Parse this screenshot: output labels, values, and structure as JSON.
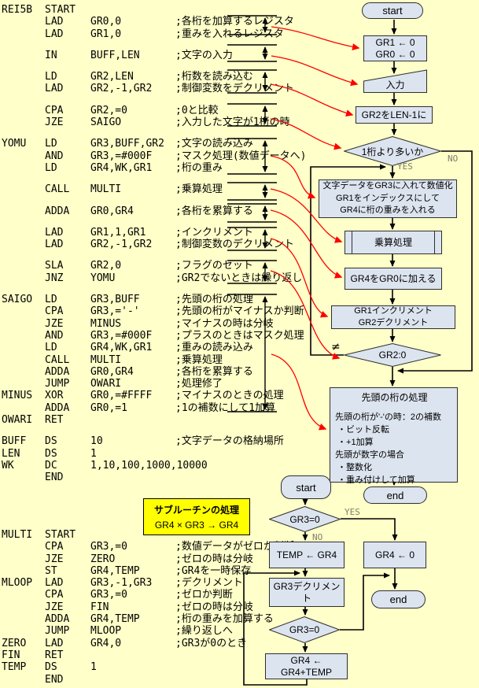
{
  "colors": {
    "background": "#FFFFC9",
    "node_fill": "#DCE4EF",
    "node_border": "#2F2F2F",
    "red_arrow": "#FF0000",
    "note_bg": "#FFFF00",
    "branch_label": "#7D7D68"
  },
  "code": {
    "main": [
      [
        "REI5B",
        "START",
        "",
        ""
      ],
      [
        "",
        "LAD",
        "GR0,0",
        ";各桁を加算するレジスタ"
      ],
      [
        "",
        "LAD",
        "GR1,0",
        ";重みを入れるレジスタ"
      ],
      null,
      [
        "",
        "IN",
        "BUFF,LEN",
        ";文字の入力"
      ],
      null,
      [
        "",
        "LD",
        "GR2,LEN",
        ";桁数を読み込む"
      ],
      [
        "",
        "LAD",
        "GR2,-1,GR2",
        ";制御変数をデクリメント"
      ],
      null,
      [
        "",
        "CPA",
        "GR2,=0",
        ";0と比較"
      ],
      [
        "",
        "JZE",
        "SAIGO",
        ";入力した文字が1桁の時"
      ],
      null,
      [
        "YOMU",
        "LD",
        "GR3,BUFF,GR2",
        ";文字の読み込み"
      ],
      [
        "",
        "AND",
        "GR3,=#000F",
        ";マスク処理(数値データへ)"
      ],
      [
        "",
        "LD",
        "GR4,WK,GR1",
        ";桁の重み"
      ],
      null,
      [
        "",
        "CALL",
        "MULTI",
        ";乗算処理"
      ],
      null,
      [
        "",
        "ADDA",
        "GR0,GR4",
        ";各桁を累算する"
      ],
      null,
      [
        "",
        "LAD",
        "GR1,1,GR1",
        ";インクリメント"
      ],
      [
        "",
        "LAD",
        "GR2,-1,GR2",
        ";制御変数のデクリメント"
      ],
      null,
      [
        "",
        "SLA",
        "GR2,0",
        ";フラグのセット"
      ],
      [
        "",
        "JNZ",
        "YOMU",
        ";GR2でないときは繰り返し"
      ],
      null,
      [
        "SAIGO",
        "LD",
        "GR3,BUFF",
        ";先頭の桁の処理"
      ],
      [
        "",
        "CPA",
        "GR3,='-'",
        ";先頭の桁がマイナスか判断"
      ],
      [
        "",
        "JZE",
        "MINUS",
        ";マイナスの時は分岐"
      ],
      [
        "",
        "AND",
        "GR3,=#000F",
        ";プラスのときはマスク処理"
      ],
      [
        "",
        "LD",
        "GR4,WK,GR1",
        ";重みの読み込み"
      ],
      [
        "",
        "CALL",
        "MULTI",
        ";乗算処理"
      ],
      [
        "",
        "ADDA",
        "GR0,GR4",
        ";各桁を累算する"
      ],
      [
        "",
        "JUMP",
        "OWARI",
        ";処理修了"
      ],
      [
        "MINUS",
        "XOR",
        "GR0,=#FFFF",
        ";マイナスのときの処理"
      ],
      [
        "",
        "ADDA",
        "GR0,=1",
        ";1の補数にして1加算"
      ],
      [
        "OWARI",
        "RET",
        "",
        ""
      ],
      null,
      [
        "BUFF",
        "DS",
        "10",
        ";文字データの格納場所"
      ],
      [
        "LEN",
        "DS",
        "1",
        ""
      ],
      [
        "WK",
        "DC",
        "1,10,100,1000,10000",
        ""
      ],
      [
        "",
        "END",
        "",
        ""
      ]
    ],
    "sub": [
      [
        "MULTI",
        "START",
        "",
        ""
      ],
      [
        "",
        "CPA",
        "GR3,=0",
        ";数値データがゼロか判断"
      ],
      [
        "",
        "JZE",
        "ZERO",
        ";ゼロの時は分岐"
      ],
      [
        "",
        "ST",
        "GR4,TEMP",
        ";GR4を一時保存"
      ],
      [
        "MLOOP",
        "LAD",
        "GR3,-1,GR3",
        ";デクリメント"
      ],
      [
        "",
        "CPA",
        "GR3,=0",
        ";ゼロか判断"
      ],
      [
        "",
        "JZE",
        "FIN",
        ";ゼロの時は分岐"
      ],
      [
        "",
        "ADDA",
        "GR4,TEMP",
        ";桁の重みを加算する"
      ],
      [
        "",
        "JUMP",
        "MLOOP",
        ";繰り返しへ"
      ],
      [
        "ZERO",
        "LAD",
        "GR4,0",
        ";GR3が0のとき"
      ],
      [
        "FIN",
        "RET",
        "",
        ""
      ],
      [
        "TEMP",
        "DS",
        "1",
        ""
      ],
      [
        "",
        "END",
        "",
        ""
      ]
    ]
  },
  "note": {
    "title": "サブルーチンの処理",
    "formula": "GR4 × GR3 → GR4"
  },
  "flow_main": {
    "start": "start",
    "init_lines": [
      "GR1 ← 0",
      "GR0 ← 0"
    ],
    "input": "入力",
    "set_len": "GR2をLEN-1に",
    "digits_decision": "1桁より多いか",
    "yes_label": "YES",
    "no_label": "NO",
    "convert_lines": [
      "文字データをGR3に入れて数値化",
      "GR1をインデックスにして",
      "GR4に桁の重みを入れる"
    ],
    "multiply": "乗算処理",
    "accumulate": "GR4をGR0に加える",
    "incdec_lines": [
      "GR1インクリメント",
      "GR2デクリメント"
    ],
    "loop_decision": "GR2:0",
    "not_equal_label": "≠",
    "head_title": "先頭の桁の処理",
    "head_lines": [
      "先頭の桁が'-'の時：2の補数",
      " ・ビット反転",
      " ・+1加算",
      "先頭が数字の場合",
      " ・整数化",
      " ・重み付けして加算"
    ],
    "end": "end"
  },
  "flow_sub": {
    "start": "start",
    "zero_decision": "GR3=0",
    "yes_label": "YES",
    "no_label": "NO",
    "save_temp": "TEMP ← GR4",
    "clear_gr4": "GR4 ← 0",
    "decrement": "GR3デクリメント",
    "end_right": "end",
    "loop_decision": "GR3=0",
    "accumulate": "GR4 ← GR4+TEMP"
  }
}
